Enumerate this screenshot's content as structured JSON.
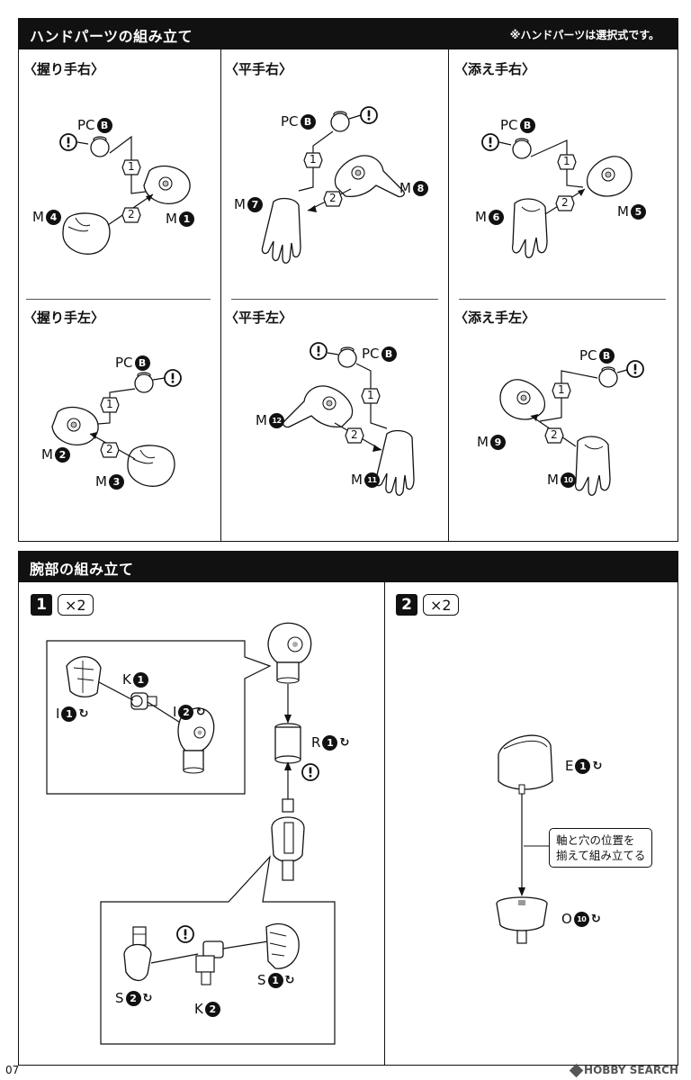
{
  "hand_section": {
    "title": "ハンドパーツの組み立て",
    "note": "※ハンドパーツは選択式です。",
    "cells": [
      {
        "title": "〈握り手右〉",
        "labels": [
          {
            "prefix": "PC",
            "badge": "B"
          },
          {
            "prefix": "M",
            "badge": "4"
          },
          {
            "prefix": "M",
            "badge": "1"
          }
        ],
        "steps": [
          "1",
          "2"
        ]
      },
      {
        "title": "〈平手右〉",
        "labels": [
          {
            "prefix": "PC",
            "badge": "B"
          },
          {
            "prefix": "M",
            "badge": "8"
          },
          {
            "prefix": "M",
            "badge": "7"
          }
        ],
        "steps": [
          "1",
          "2"
        ]
      },
      {
        "title": "〈添え手右〉",
        "labels": [
          {
            "prefix": "PC",
            "badge": "B"
          },
          {
            "prefix": "M",
            "badge": "6"
          },
          {
            "prefix": "M",
            "badge": "5"
          }
        ],
        "steps": [
          "1",
          "2"
        ]
      },
      {
        "title": "〈握り手左〉",
        "labels": [
          {
            "prefix": "PC",
            "badge": "B"
          },
          {
            "prefix": "M",
            "badge": "2"
          },
          {
            "prefix": "M",
            "badge": "3"
          }
        ],
        "steps": [
          "1",
          "2"
        ]
      },
      {
        "title": "〈平手左〉",
        "labels": [
          {
            "prefix": "PC",
            "badge": "B"
          },
          {
            "prefix": "M",
            "badge": "12"
          },
          {
            "prefix": "M",
            "badge": "11"
          }
        ],
        "steps": [
          "1",
          "2"
        ]
      },
      {
        "title": "〈添え手左〉",
        "labels": [
          {
            "prefix": "PC",
            "badge": "B"
          },
          {
            "prefix": "M",
            "badge": "9"
          },
          {
            "prefix": "M",
            "badge": "10"
          }
        ],
        "steps": [
          "1",
          "2"
        ]
      }
    ]
  },
  "arm_section": {
    "title": "腕部の組み立て",
    "step1": {
      "number": "1",
      "multiplier": "×2",
      "labels": {
        "k1": {
          "prefix": "K",
          "badge": "1"
        },
        "i1": {
          "prefix": "I",
          "badge": "1"
        },
        "i2": {
          "prefix": "I",
          "badge": "2"
        },
        "r1": {
          "prefix": "R",
          "badge": "1"
        },
        "s1": {
          "prefix": "S",
          "badge": "1"
        },
        "s2": {
          "prefix": "S",
          "badge": "2"
        },
        "k2": {
          "prefix": "K",
          "badge": "2"
        }
      }
    },
    "step2": {
      "number": "2",
      "multiplier": "×2",
      "labels": {
        "e1": {
          "prefix": "E",
          "badge": "1"
        },
        "o10": {
          "prefix": "O",
          "badge": "10"
        }
      },
      "note_line1": "軸と穴の位置を",
      "note_line2": "揃えて組み立てる"
    }
  },
  "footer": {
    "page_number": "07",
    "watermark": "HOBBY SEARCH"
  },
  "icons": {
    "caution": "caution-icon",
    "spin": "spin-icon",
    "step_hex": "step-hex-icon"
  }
}
